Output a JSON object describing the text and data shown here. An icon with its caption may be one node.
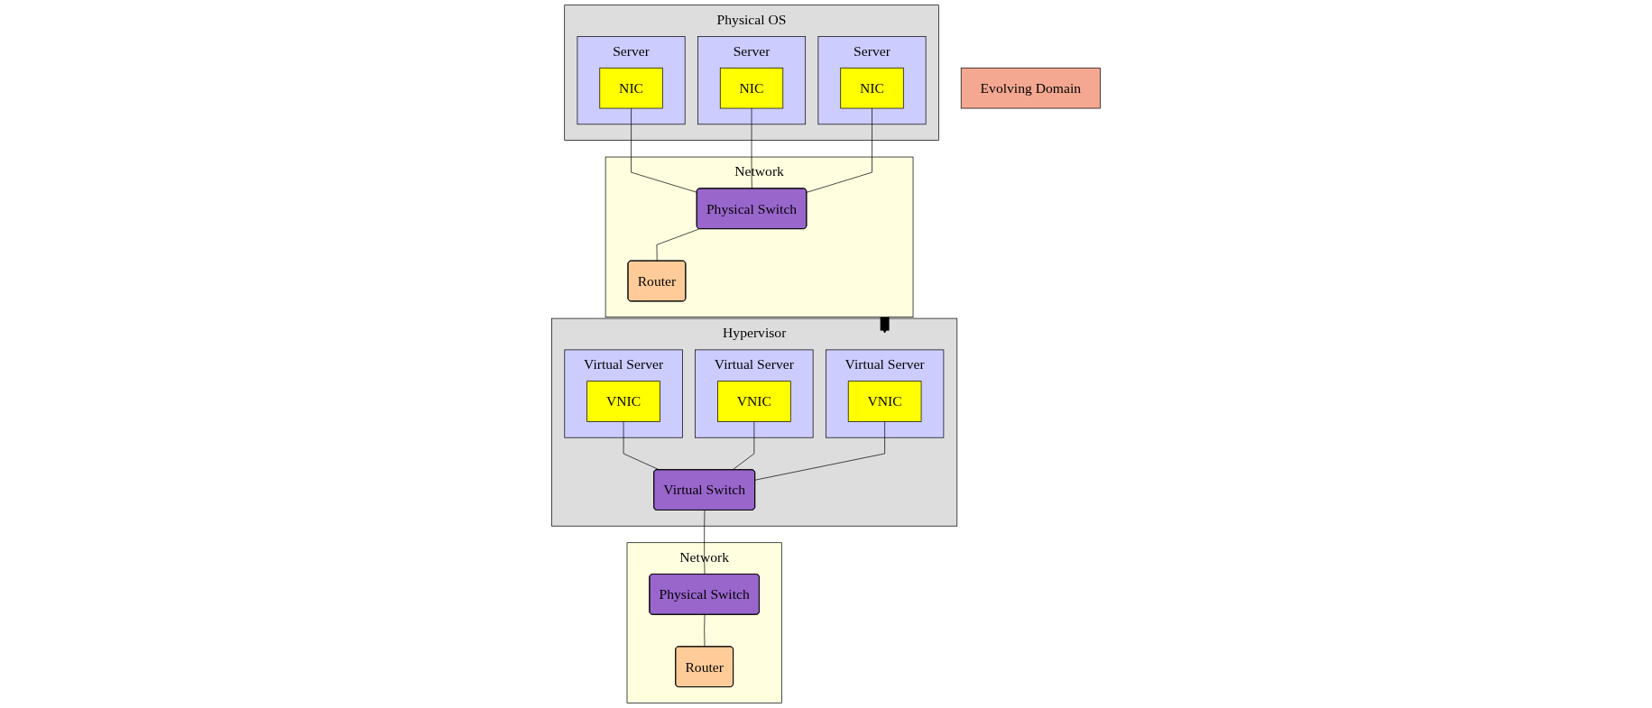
{
  "diagram": {
    "nodes": [
      {
        "text": [
          "Physical OS"
        ]
      },
      {
        "text": [
          "Server"
        ],
        "in": 0
      },
      {
        "text": [
          "NIC"
        ],
        "in": 1
      },
      {
        "text": [
          "Server"
        ],
        "in": 0
      },
      {
        "text": [
          "NIC"
        ],
        "in": 3
      },
      {
        "text": [
          "Server"
        ],
        "in": 0
      },
      {
        "text": [
          "NIC"
        ],
        "in": 5
      },
      {
        "text": [
          "Network"
        ]
      },
      {
        "text": [
          "Physical Switch"
        ],
        "in": 7
      },
      {
        "text": [
          "Router"
        ],
        "in": 7
      },
      {
        "text": [
          "Hypervisor"
        ]
      },
      {
        "text": [
          "Virtual Server"
        ],
        "in": 10
      },
      {
        "text": [
          "VNIC"
        ],
        "in": 11
      },
      {
        "text": [
          "Virtual Server"
        ],
        "in": 10
      },
      {
        "text": [
          "VNIC"
        ],
        "in": 13
      },
      {
        "text": [
          "Virtual Server"
        ],
        "in": 10
      },
      {
        "text": [
          "VNIC"
        ],
        "in": 15
      },
      {
        "text": [
          "Virtual Switch"
        ],
        "in": 10
      },
      {
        "text": [
          "Evolving Domain"
        ]
      },
      {
        "text": [
          "Network"
        ]
      },
      {
        "text": [
          "Physical Switch"
        ],
        "in": 19
      },
      {
        "text": [
          "Router"
        ],
        "in": 19
      }
    ],
    "edges": [
      {
        "from": 2,
        "to": 8,
        "arrow": "none"
      },
      {
        "from": 4,
        "to": 8,
        "arrow": "none"
      },
      {
        "from": 6,
        "to": 8,
        "arrow": "none"
      },
      {
        "from": 8,
        "to": 9,
        "arrow": "none"
      },
      {
        "from": 7,
        "to": 10,
        "arrow": "to",
        "style": "thick"
      },
      {
        "from": 12,
        "to": 17,
        "arrow": "none"
      },
      {
        "from": 14,
        "to": 17,
        "arrow": "none"
      },
      {
        "from": 16,
        "to": 17,
        "arrow": "none"
      },
      {
        "from": 17,
        "to": 20,
        "arrow": "none"
      },
      {
        "from": 20,
        "to": 21,
        "arrow": "none"
      }
    ]
  }
}
